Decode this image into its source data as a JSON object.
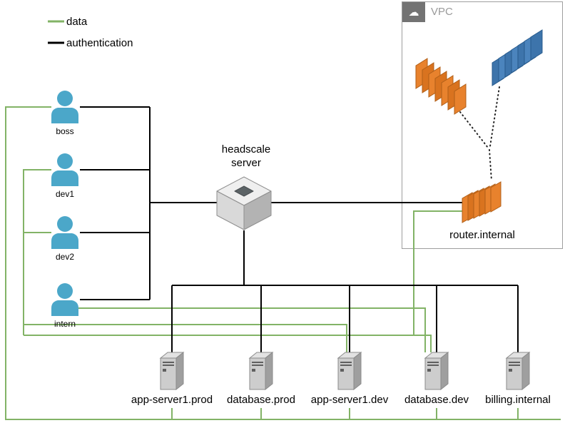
{
  "legend": {
    "data_label": "data",
    "auth_label": "authentication"
  },
  "users": [
    {
      "label": "boss"
    },
    {
      "label": "dev1"
    },
    {
      "label": "dev2"
    },
    {
      "label": "intern"
    }
  ],
  "headscale": {
    "label": "headscale\nserver"
  },
  "vpc": {
    "label": "VPC"
  },
  "router": {
    "label": "router.internal"
  },
  "servers": [
    {
      "label": "app-server1.prod"
    },
    {
      "label": "database.prod"
    },
    {
      "label": "app-server1.dev"
    },
    {
      "label": "database.dev"
    },
    {
      "label": "billing.internal"
    }
  ],
  "colors": {
    "data": "#82b366",
    "authentication": "#000000",
    "user": "#4ba7c9",
    "stack_orange": "#e8822d",
    "stack_blue": "#3d74ab"
  }
}
